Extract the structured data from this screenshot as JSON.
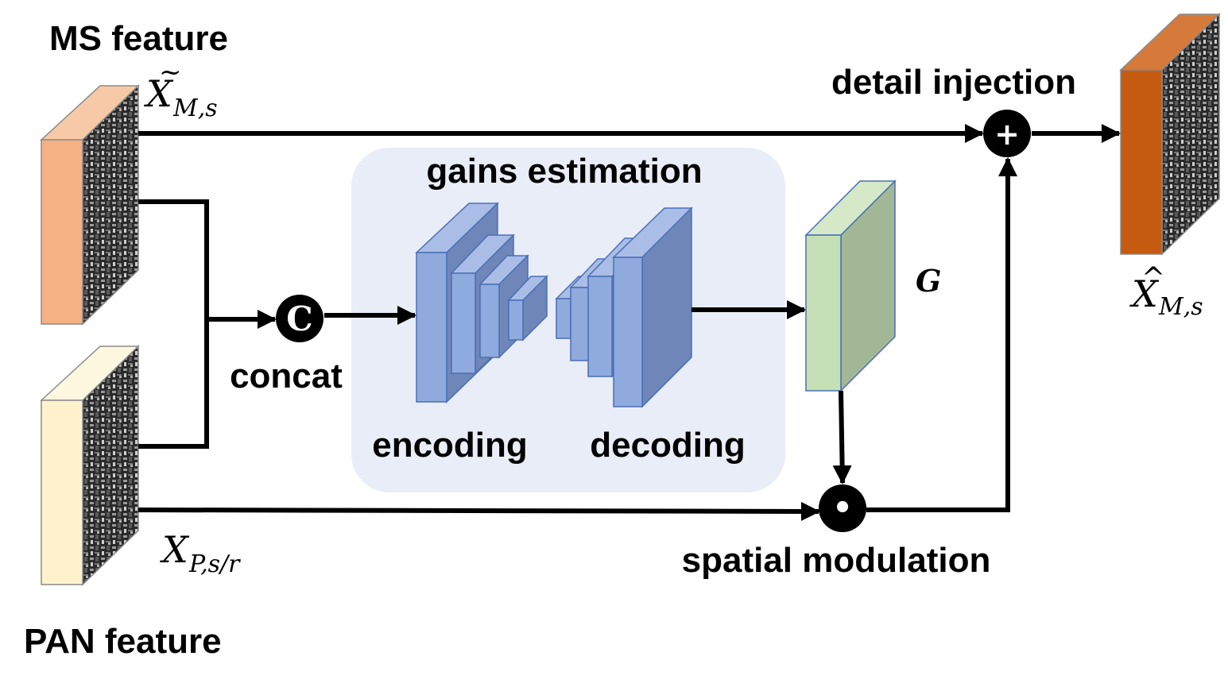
{
  "labels": {
    "ms_feature": "MS feature",
    "pan_feature": "PAN feature",
    "gains_estimation": "gains estimation",
    "encoding": "encoding",
    "decoding": "decoding",
    "concat": "concat",
    "detail_injection": "detail injection",
    "spatial_modulation": "spatial modulation",
    "gain_symbol": "G"
  },
  "math": {
    "ms_input": {
      "base": "X",
      "accent": "~",
      "sub": "M,s"
    },
    "pan_input": {
      "base": "X",
      "sub": "P,s/r"
    },
    "output": {
      "base": "X",
      "accent": "^",
      "sub": "M,s"
    }
  },
  "operators": {
    "concat_symbol": "C",
    "add_symbol": "+",
    "multiply_symbol": "•"
  },
  "colors": {
    "ms_block": "#f4b183",
    "pan_block": "#fff2cc",
    "output_block": "#c55a11",
    "gain_block": "#c5e0b4",
    "encoder_decoder": "#8faadc",
    "gains_panel": "#e8edf7"
  }
}
